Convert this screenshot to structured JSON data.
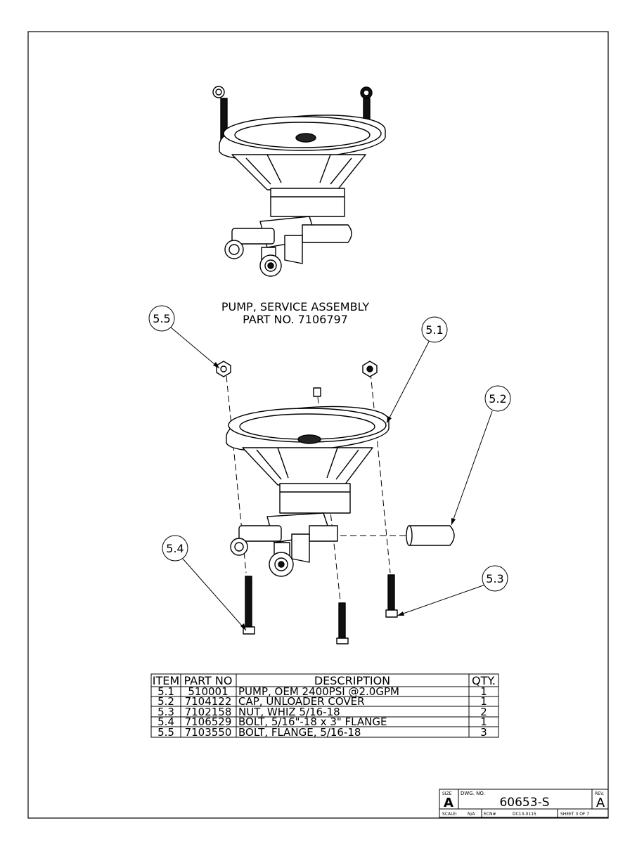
{
  "assembly": {
    "title": "PUMP, SERVICE ASSEMBLY",
    "part_no": "PART NO. 7106797"
  },
  "balloons": [
    "5.5",
    "5.1",
    "5.2",
    "5.4",
    "5.3"
  ],
  "bom": {
    "headers": [
      "ITEM",
      "PART NO",
      "DESCRIPTION",
      "QTY."
    ],
    "rows": [
      [
        "5.1",
        "510001",
        "PUMP, OEM 2400PSI @2.0GPM",
        "1"
      ],
      [
        "5.2",
        "7104122",
        "CAP, UNLOADER COVER",
        "1"
      ],
      [
        "5.3",
        "7102158",
        "NUT, WHIZ 5/16-18",
        "2"
      ],
      [
        "5.4",
        "7106529",
        "BOLT, 5/16\"-18 x 3\" FLANGE",
        "1"
      ],
      [
        "5.5",
        "7103550",
        "BOLT, FLANGE, 5/16-18",
        "3"
      ]
    ]
  },
  "title_block": {
    "size_label": "SIZE",
    "size_value": "A",
    "dwg_no_label": "DWG. NO.",
    "dwg_no_value": "60653-S",
    "rev_label": "REV.",
    "rev_value": "A",
    "scale_label": "SCALE:",
    "scale_value": "N/A",
    "ecn_label": "ECN#",
    "ecn_value": "DC13-0115",
    "sheet": "SHEET 3 OF 7"
  }
}
